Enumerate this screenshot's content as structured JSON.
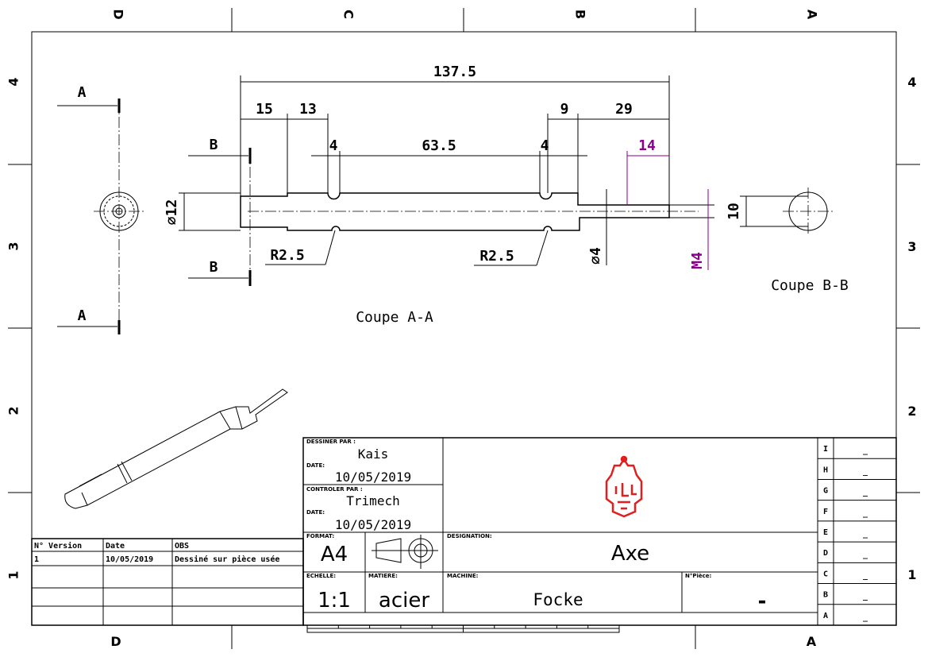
{
  "zones": {
    "top_letters": [
      "D",
      "C",
      "B",
      "A"
    ],
    "bottom_letters": [
      "D",
      "A"
    ],
    "numbers": [
      "4",
      "3",
      "2",
      "1"
    ]
  },
  "view_a": {
    "section_label": "A",
    "caption": "Coupe A-A"
  },
  "view_b": {
    "section_label": "B",
    "caption": "Coupe B-B",
    "dim_10": "10"
  },
  "dimensions": {
    "overall": "137.5",
    "d15": "15",
    "d13": "13",
    "d9": "9",
    "d29": "29",
    "groove1": "4",
    "d63_5": "63.5",
    "groove2": "4",
    "thread_len": "14",
    "dia12": "⌀12",
    "r1": "R2.5",
    "r2": "R2.5",
    "dia4": "⌀4",
    "thread": "M4"
  },
  "colors": {
    "thread_dim": "#8b008b",
    "logo": "#e02020"
  },
  "title_block": {
    "drawn_by_label": "DESSINER PAR :",
    "drawn_by": "Kais",
    "date1_label": "DATE:",
    "date1": "10/05/2019",
    "checked_by_label": "CONTROLER PAR :",
    "checked_by": "Trimech",
    "date2_label": "DATE:",
    "date2": "10/05/2019",
    "format_label": "FORMAT:",
    "format": "A4",
    "designation_label": "DESIGNATION:",
    "designation": "Axe",
    "scale_label": "ECHELLE:",
    "scale": "1:1",
    "material_label": "MATIERE:",
    "material": "acier",
    "machine_label": "MACHINE:",
    "machine": "Focke",
    "part_no_label": "N°Pièce:",
    "part_no": "-",
    "revisions": [
      {
        "letter": "I",
        "value": "_"
      },
      {
        "letter": "H",
        "value": "_"
      },
      {
        "letter": "G",
        "value": "_"
      },
      {
        "letter": "F",
        "value": "_"
      },
      {
        "letter": "E",
        "value": "_"
      },
      {
        "letter": "D",
        "value": "_"
      },
      {
        "letter": "C",
        "value": "_"
      },
      {
        "letter": "B",
        "value": "_"
      },
      {
        "letter": "A",
        "value": "_"
      }
    ]
  },
  "version_table": {
    "headers": [
      "N° Version",
      "Date",
      "OBS"
    ],
    "rows": [
      [
        "1",
        "10/05/2019",
        "Dessiné sur pièce usée"
      ]
    ]
  }
}
